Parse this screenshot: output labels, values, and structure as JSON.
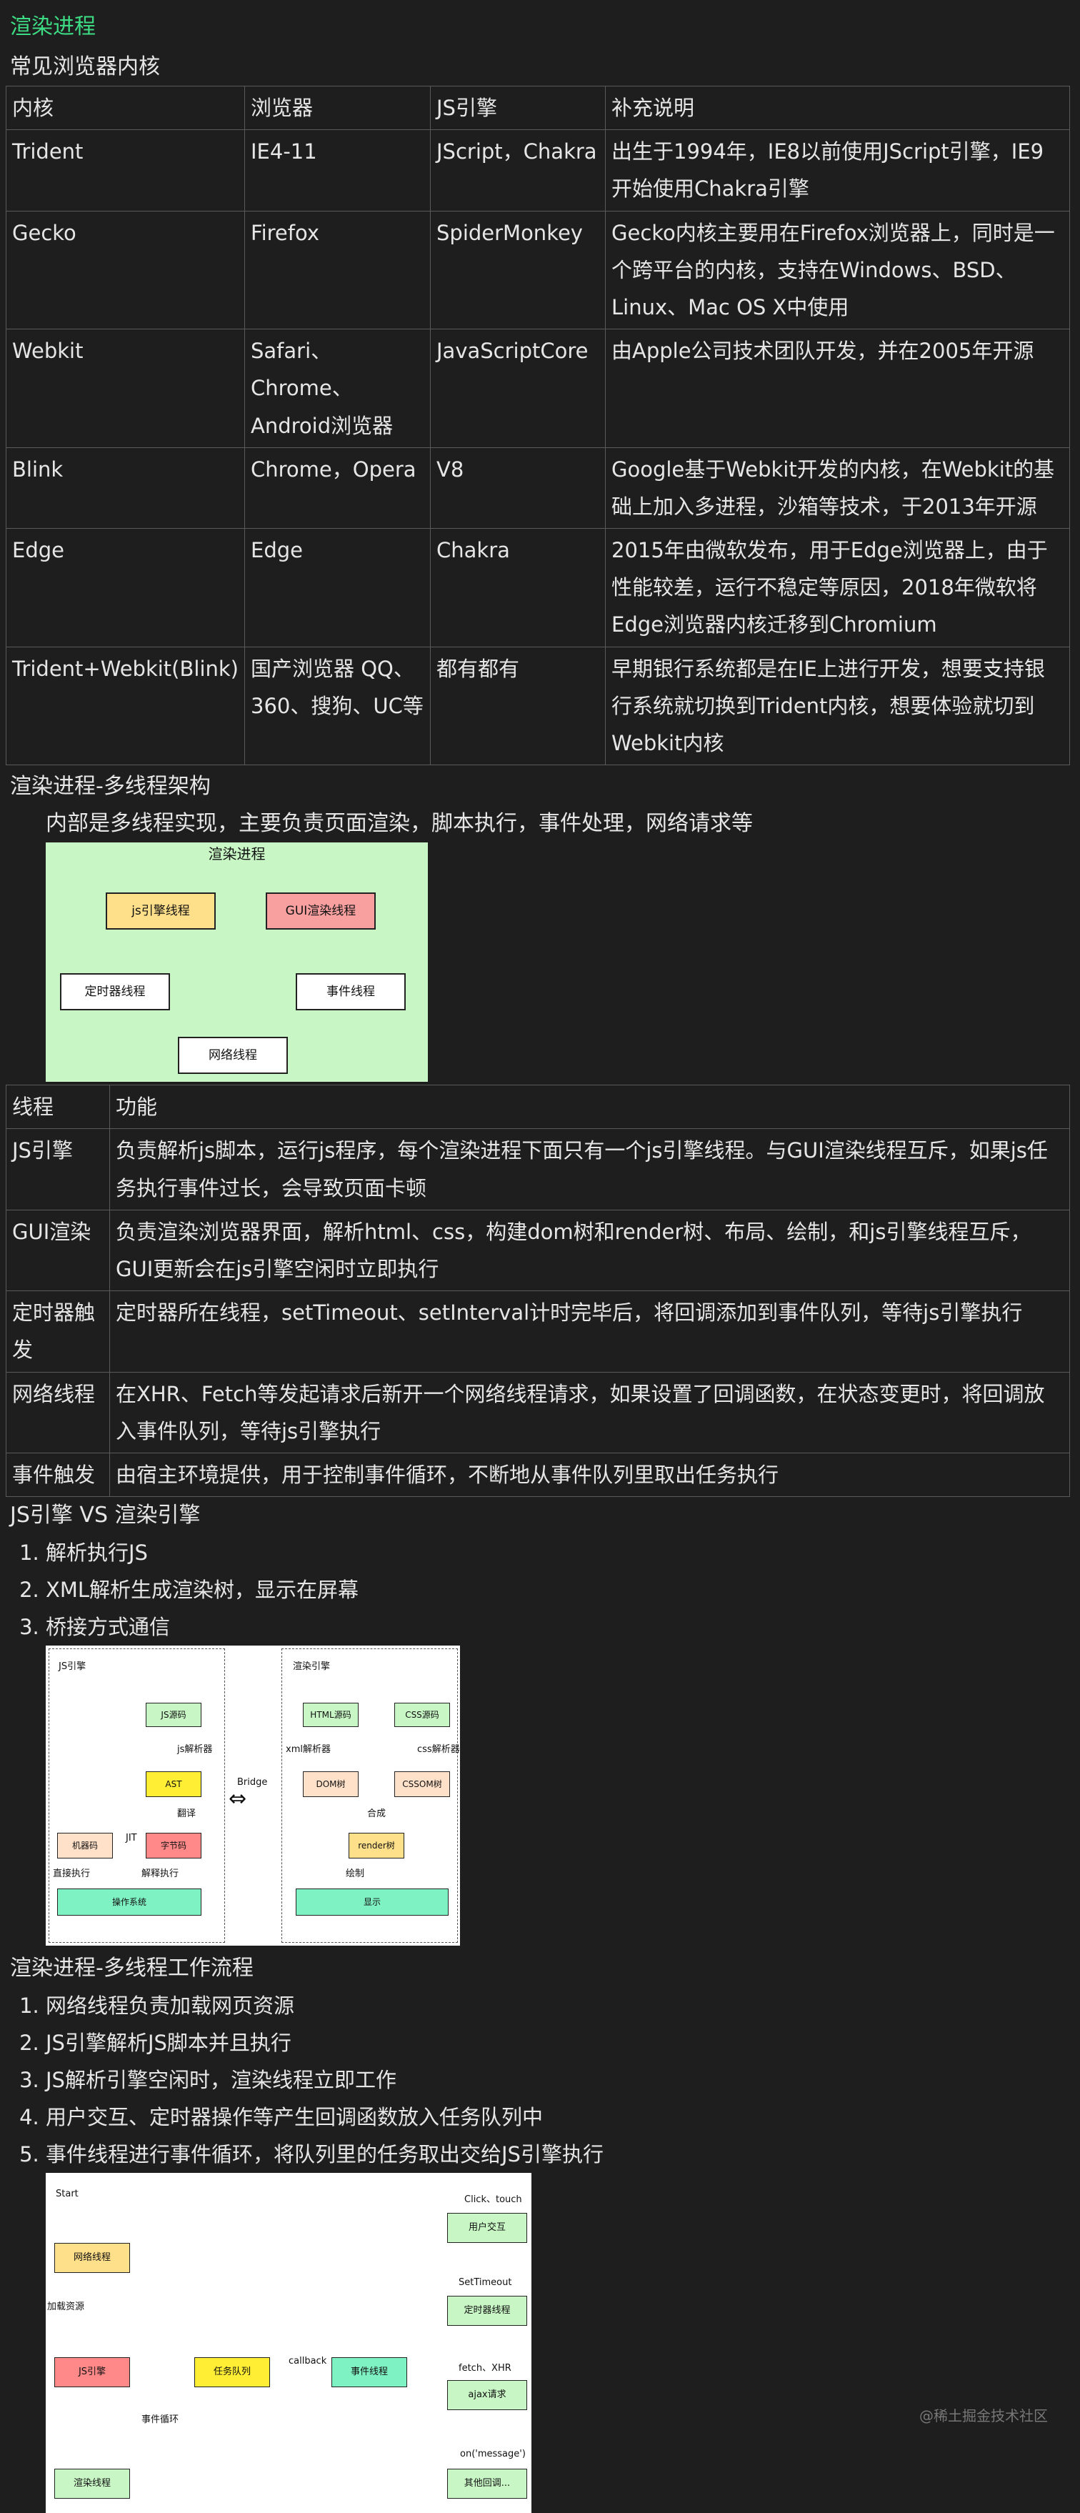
{
  "section1": {
    "title": "渲染进程",
    "subtitle": "常见浏览器内核",
    "headers": [
      "内核",
      "浏览器",
      "JS引擎",
      "补充说明"
    ],
    "rows": [
      [
        "Trident",
        "IE4-11",
        "JScript，Chakra",
        "出生于1994年，IE8以前使用JScript引擎，IE9开始使用Chakra引擎"
      ],
      [
        "Gecko",
        "Firefox",
        "SpiderMonkey",
        "Gecko内核主要用在Firefox浏览器上，同时是一个跨平台的内核，支持在Windows、BSD、Linux、Mac OS X中使用"
      ],
      [
        "Webkit",
        "Safari、Chrome、Android浏览器",
        "JavaScriptCore",
        "由Apple公司技术团队开发，并在2005年开源"
      ],
      [
        "Blink",
        "Chrome，Opera",
        "V8",
        "Google基于Webkit开发的内核，在Webkit的基础上加入多进程，沙箱等技术，于2013年开源"
      ],
      [
        "Edge",
        "Edge",
        "Chakra",
        "2015年由微软发布，用于Edge浏览器上，由于性能较差，运行不稳定等原因，2018年微软将Edge浏览器内核迁移到Chromium"
      ],
      [
        "Trident+Webkit(Blink)",
        "国产浏览器 QQ、360、搜狗、UC等",
        "都有都有",
        "早期银行系统都是在IE上进行开发，想要支持银行系统就切换到Trident内核，想要体验就切到Webkit内核"
      ]
    ]
  },
  "section2": {
    "title": "渲染进程-多线程架构",
    "desc": "内部是多线程实现，主要负责页面渲染，脚本执行，事件处理，网络请求等",
    "diagram": {
      "title": "渲染进程",
      "boxes": [
        "js引擎线程",
        "GUI渲染线程",
        "定时器线程",
        "事件线程",
        "网络线程"
      ]
    },
    "headers": [
      "线程",
      "功能"
    ],
    "rows": [
      [
        "JS引擎",
        "负责解析js脚本，运行js程序，每个渲染进程下面只有一个js引擎线程。与GUI渲染线程互斥，如果js任务执行事件过长，会导致页面卡顿"
      ],
      [
        "GUI渲染",
        "负责渲染浏览器界面，解析html、css，构建dom树和render树、布局、绘制，和js引擎线程互斥，GUI更新会在js引擎空闲时立即执行"
      ],
      [
        "定时器触发",
        "定时器所在线程，setTimeout、setInterval计时完毕后，将回调添加到事件队列，等待js引擎执行"
      ],
      [
        "网络线程",
        "在XHR、Fetch等发起请求后新开一个网络线程请求，如果设置了回调函数，在状态变更时，将回调放入事件队列，等待js引擎执行"
      ],
      [
        "事件触发",
        "由宿主环境提供，用于控制事件循环，不断地从事件队列里取出任务执行"
      ]
    ]
  },
  "section3": {
    "title": "JS引擎 VS 渲染引擎",
    "items": [
      "解析执行JS",
      "XML解析生成渲染树，显示在屏幕",
      "桥接方式通信"
    ],
    "diagram": {
      "left_title": "JS引擎",
      "right_title": "渲染引擎",
      "bridge": "Bridge",
      "js_source": "JS源码",
      "js_parser": "js解析器",
      "ast": "AST",
      "translate": "翻译",
      "jit": "JIT",
      "machine_code": "机器码",
      "bytecode": "字节码",
      "direct_exec": "直接执行",
      "interp_exec": "解释执行",
      "os": "操作系统",
      "html_source": "HTML源码",
      "css_source": "CSS源码",
      "xml_parser": "xml解析器",
      "css_parser": "css解析器",
      "dom": "DOM树",
      "cssom": "CSSOM树",
      "merge": "合成",
      "render_tree": "render树",
      "draw": "绘制",
      "display": "显示"
    }
  },
  "section4": {
    "title": "渲染进程-多线程工作流程",
    "items": [
      "网络线程负责加载网页资源",
      "JS引擎解析JS脚本并且执行",
      "JS解析引擎空闲时，渲染线程立即工作",
      "用户交互、定时器操作等产生回调函数放入任务队列中",
      "事件线程进行事件循环，将队列里的任务取出交给JS引擎执行"
    ],
    "diagram": {
      "start": "Start",
      "network": "网络线程",
      "load": "加载资源",
      "js_engine": "JS引擎",
      "task_queue": "任务队列",
      "callback": "callback",
      "event_thread": "事件线程",
      "event_loop": "事件循环",
      "render": "渲染线程",
      "click": "Click、touch",
      "user": "用户交互",
      "settimeout": "SetTimeout",
      "timer": "定时器线程",
      "fetch": "fetch、XHR",
      "ajax": "ajax请求",
      "onmessage": "on('message')",
      "other": "其他回调..."
    }
  },
  "watermark": "@稀土掘金技术社区",
  "colors": {
    "accent": "#3ddc84",
    "bg": "#1e1e1e",
    "green_panel": "#c8f7c5",
    "yellow": "#ffe08a",
    "red": "#f88",
    "mint": "#7ff2c4"
  }
}
